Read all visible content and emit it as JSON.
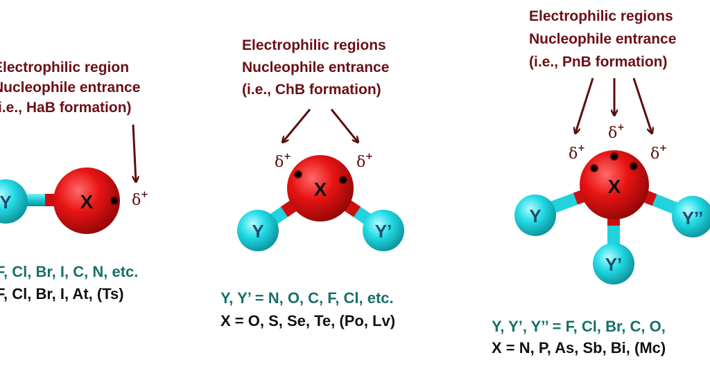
{
  "colors": {
    "header": "#6b0f16",
    "arrow": "#5a0e0e",
    "x_atom": "#e01010",
    "y_atom": "#19d6e0",
    "teal_text": "#17706a",
    "black_text": "#111111"
  },
  "panels": [
    {
      "id": "hab",
      "header": [
        "Electrophilic region",
        "Nucleophile entrance",
        "(i.e., HaB formation)"
      ],
      "center_label": "X",
      "y_labels": [
        "Y"
      ],
      "delta": "δ",
      "delta_sign": "+",
      "line_y": "F, Cl, Br, I, C, N, etc.",
      "line_x": "F, Cl, Br, I, At, (Ts)"
    },
    {
      "id": "chb",
      "header": [
        "Electrophilic regions",
        "Nucleophile entrance",
        "(i.e., ChB formation)"
      ],
      "center_label": "X",
      "y_labels": [
        "Y",
        "Y’"
      ],
      "delta": "δ",
      "delta_sign": "+",
      "line_y": "Y, Y’ = N, O, C, F, Cl, etc.",
      "line_x": "X = O, S, Se, Te, (Po, Lv)"
    },
    {
      "id": "pnb",
      "header": [
        "Electrophilic regions",
        "Nucleophile entrance",
        "(i.e., PnB formation)"
      ],
      "center_label": "X",
      "y_labels": [
        "Y",
        "Y’",
        "Y’’"
      ],
      "delta": "δ",
      "delta_sign": "+",
      "line_y": "Y, Y’, Y’’ = F, Cl, Br, C, O,",
      "line_x": "X = N, P, As, Sb, Bi, (Mc)"
    }
  ]
}
